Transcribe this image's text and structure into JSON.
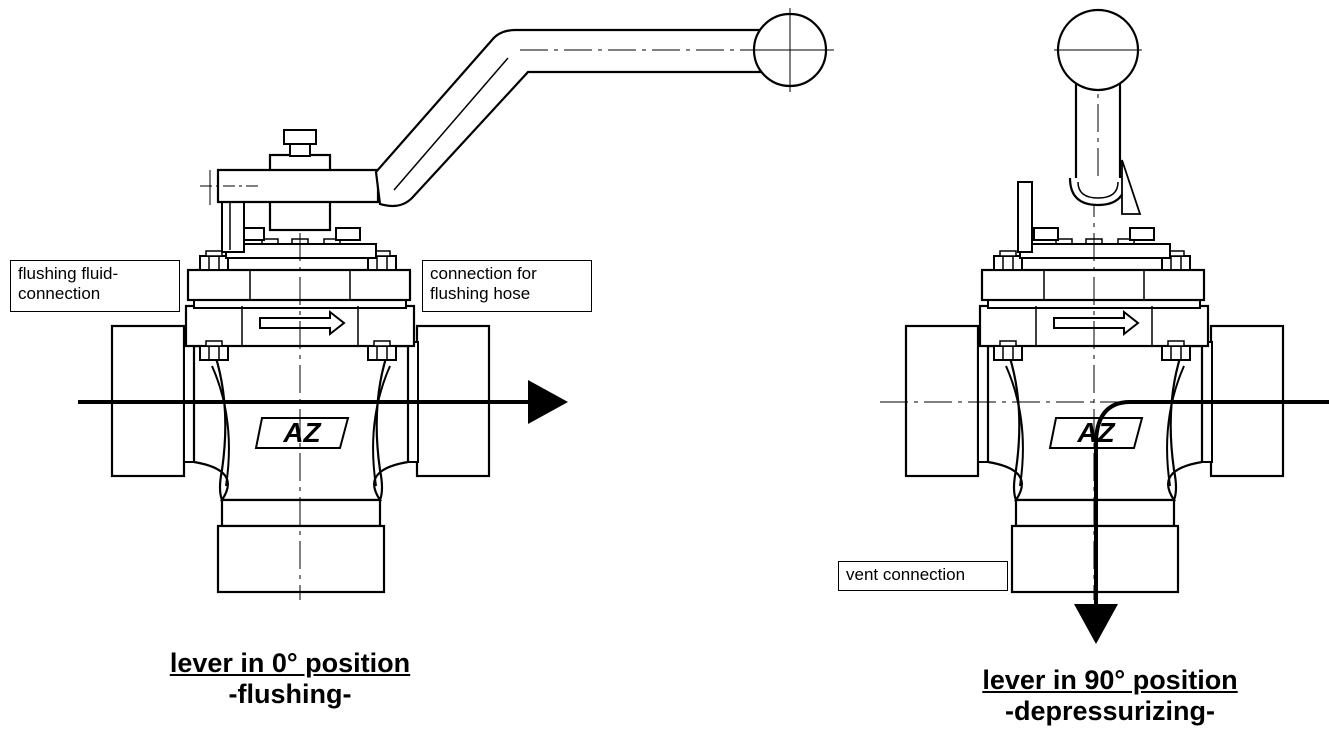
{
  "labels": {
    "flushing_fluid_connection": "flushing fluid-\nconnection",
    "connection_for_flushing_hose": "connection for\nflushing hose",
    "vent_connection": "vent connection"
  },
  "captions": {
    "left": {
      "title": "lever in 0° position",
      "subtitle": "-flushing-"
    },
    "right": {
      "title": "lever in 90° position",
      "subtitle": "-depressurizing-"
    }
  },
  "logo_text": "AZ",
  "colors": {
    "line": "#000000",
    "fill_body": "#ffffff"
  }
}
